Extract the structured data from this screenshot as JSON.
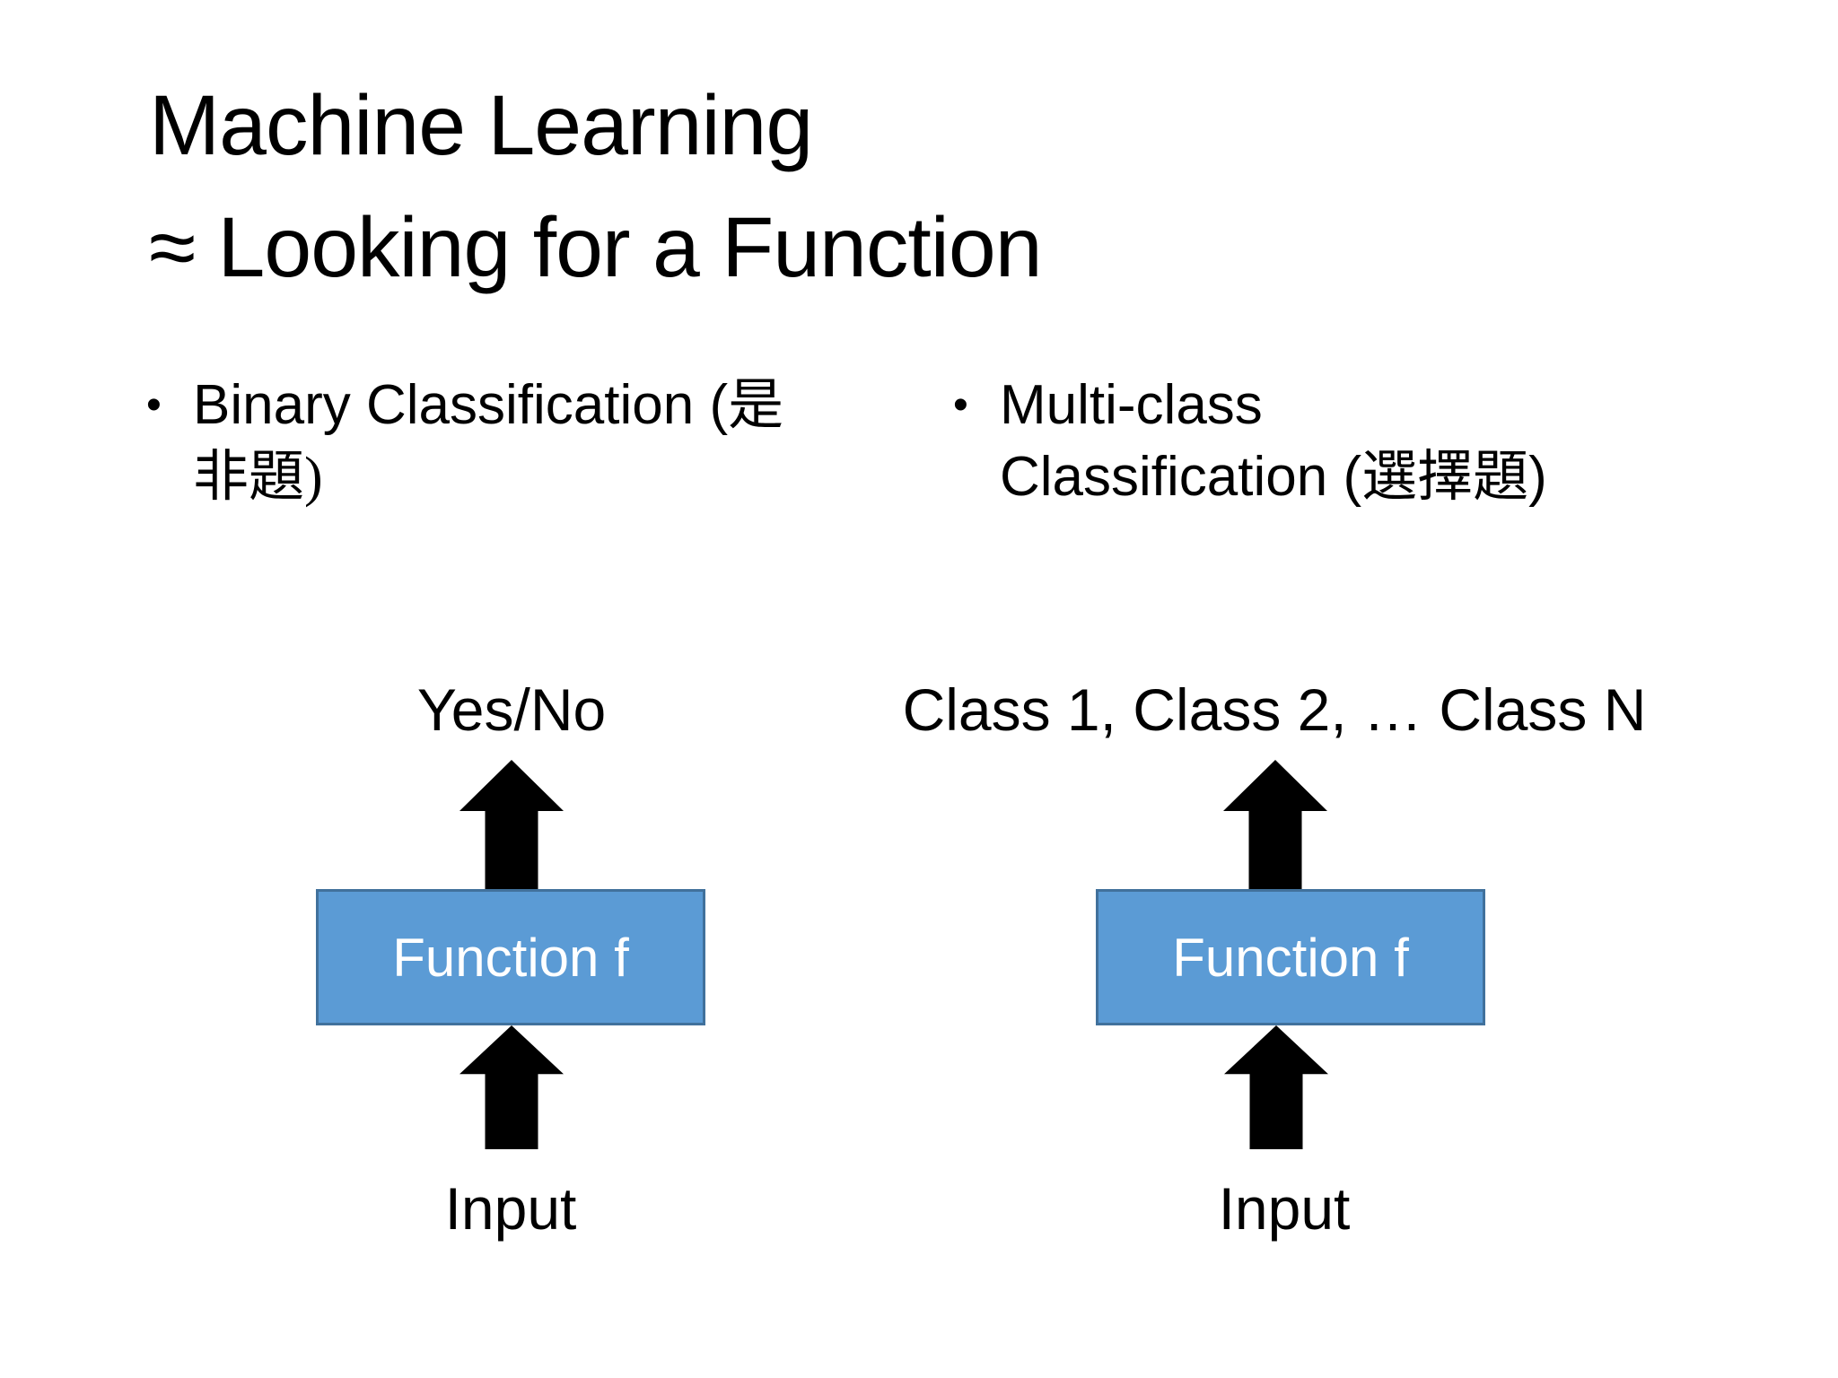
{
  "title": {
    "line1": "Machine Learning",
    "line2": "≈ Looking for a Function"
  },
  "bullets": {
    "left": {
      "marker": "•",
      "lines": [
        "Binary Classification (是",
        "非題)"
      ]
    },
    "right": {
      "marker": "•",
      "lines": [
        "Multi-class",
        "Classification (選擇題)"
      ]
    }
  },
  "diagram_left": {
    "output_label": "Yes/No",
    "box_label": "Function f",
    "input_label": "Input"
  },
  "diagram_right": {
    "output_label": "Class 1, Class 2, … Class N",
    "box_label": "Function f",
    "input_label": "Input"
  },
  "icons": {
    "up_arrow": "block-arrow-up"
  },
  "colors": {
    "background": "#FFFFFF",
    "title_text": "#000000",
    "body_text": "#000000",
    "arrow": "#000000",
    "box_fill": "#5B9BD5",
    "box_border": "#41719C",
    "box_label": "#FFFFFF"
  }
}
